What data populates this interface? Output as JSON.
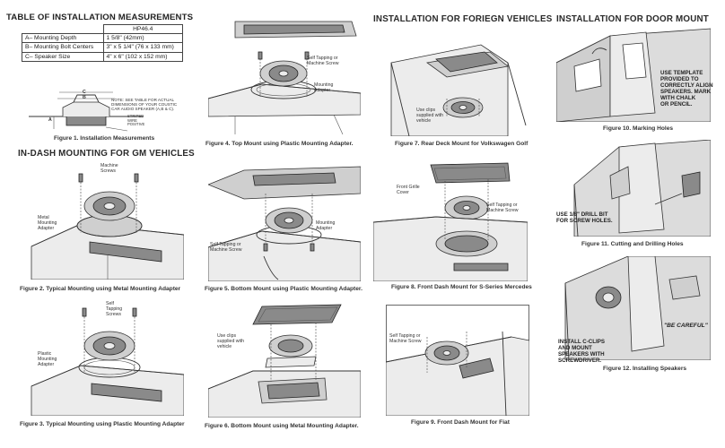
{
  "measurements": {
    "title": "TABLE OF INSTALLATION MEASUREMENTS",
    "model": "HP46.4",
    "rows": [
      {
        "label": "A– Mounting Depth",
        "value": "1 5/8\" (42mm)"
      },
      {
        "label": "B– Mounting Bolt Centers",
        "value": "3\" x 5 1/4\" (76 x 133 mm)"
      },
      {
        "label": "C– Speaker Size",
        "value": "4\" x 6\" (102 x 152 mm)"
      }
    ],
    "note": [
      "NOTE: SEE TABLE FOR ACTUAL",
      "DIMENSIONS OF YOUR COUSTIC",
      "CAR AUDIO SPEAKER (A,B & C)."
    ],
    "letters": {
      "a": "A",
      "b": "B",
      "c": "C"
    },
    "stripe_label": [
      "STRIPED",
      "WIRE",
      "POSITIVE"
    ]
  },
  "sections": {
    "gm": "IN-DASH MOUNTING FOR GM VEHICLES",
    "foreign": "INSTALLATION FOR FORIEGN VEHICLES",
    "door": "INSTALLATION FOR DOOR MOUNT"
  },
  "figures": {
    "f1": {
      "caption": "Figure 1. Installation Measurements"
    },
    "f2": {
      "caption": "Figure 2. Typical Mounting using Metal Mounting Adapter",
      "machine_screws": [
        "Machine",
        "Screws"
      ],
      "adapter": [
        "Metal",
        "Mounting",
        "Adapter"
      ]
    },
    "f3": {
      "caption": "Figure 3. Typical Mounting using Plastic Mounting Adapter",
      "screws": [
        "Self",
        "Tapping",
        "Screws"
      ],
      "adapter": [
        "Plastic",
        "Mounting",
        "Adapter"
      ]
    },
    "f4": {
      "caption": "Figure 4. Top Mount using Plastic Mounting Adapter.",
      "screw": [
        "Self Tapping or",
        "Machine Screw"
      ],
      "adapter": [
        "Mounting",
        "Adapter"
      ]
    },
    "f5": {
      "caption": "Figure 5. Bottom Mount using Plastic Mounting Adapter.",
      "screw": [
        "Self Tapping or",
        "Machine Screw"
      ],
      "adapter": [
        "Mounting",
        "Adapter"
      ]
    },
    "f6": {
      "caption": "Figure 6. Bottom Mount using Metal Mounting Adapter.",
      "clips": [
        "Use clips",
        "supplied with",
        "vehicle"
      ]
    },
    "f7": {
      "caption": "Figure 7. Rear Deck Mount for Volkswagen Golf",
      "clips": [
        "Use clips",
        "supplied with",
        "vehicle"
      ]
    },
    "f8": {
      "caption": "Figure 8. Front Dash Mount for S-Series Mercedes",
      "grille": [
        "Front Grille",
        "Cover"
      ],
      "screw": [
        "Self Tapping or",
        "Machine Screw"
      ]
    },
    "f9": {
      "caption": "Figure 9. Front Dash Mount for Fiat",
      "screw": [
        "Self Tapping or",
        "Machine Screw"
      ]
    },
    "f10": {
      "caption": "Figure 10. Marking Holes",
      "note": [
        "USE TEMPLATE",
        "PROVIDED TO",
        "CORRECTLY ALIGN",
        "SPEAKERS. MARK",
        "WITH CHALK",
        "OR PENCIL."
      ]
    },
    "f11": {
      "caption": "Figure 11. Cutting and Drilling Holes",
      "note": [
        "USE 1/8\" DRILL BIT",
        "FOR SCREW HOLES."
      ]
    },
    "f12": {
      "caption": "Figure 12. Installing Speakers",
      "careful": "\"BE CAREFUL\"",
      "note": [
        "INSTALL C-CLIPS",
        "AND MOUNT",
        "SPEAKERS WITH",
        "SCREWDRIVER."
      ]
    }
  }
}
